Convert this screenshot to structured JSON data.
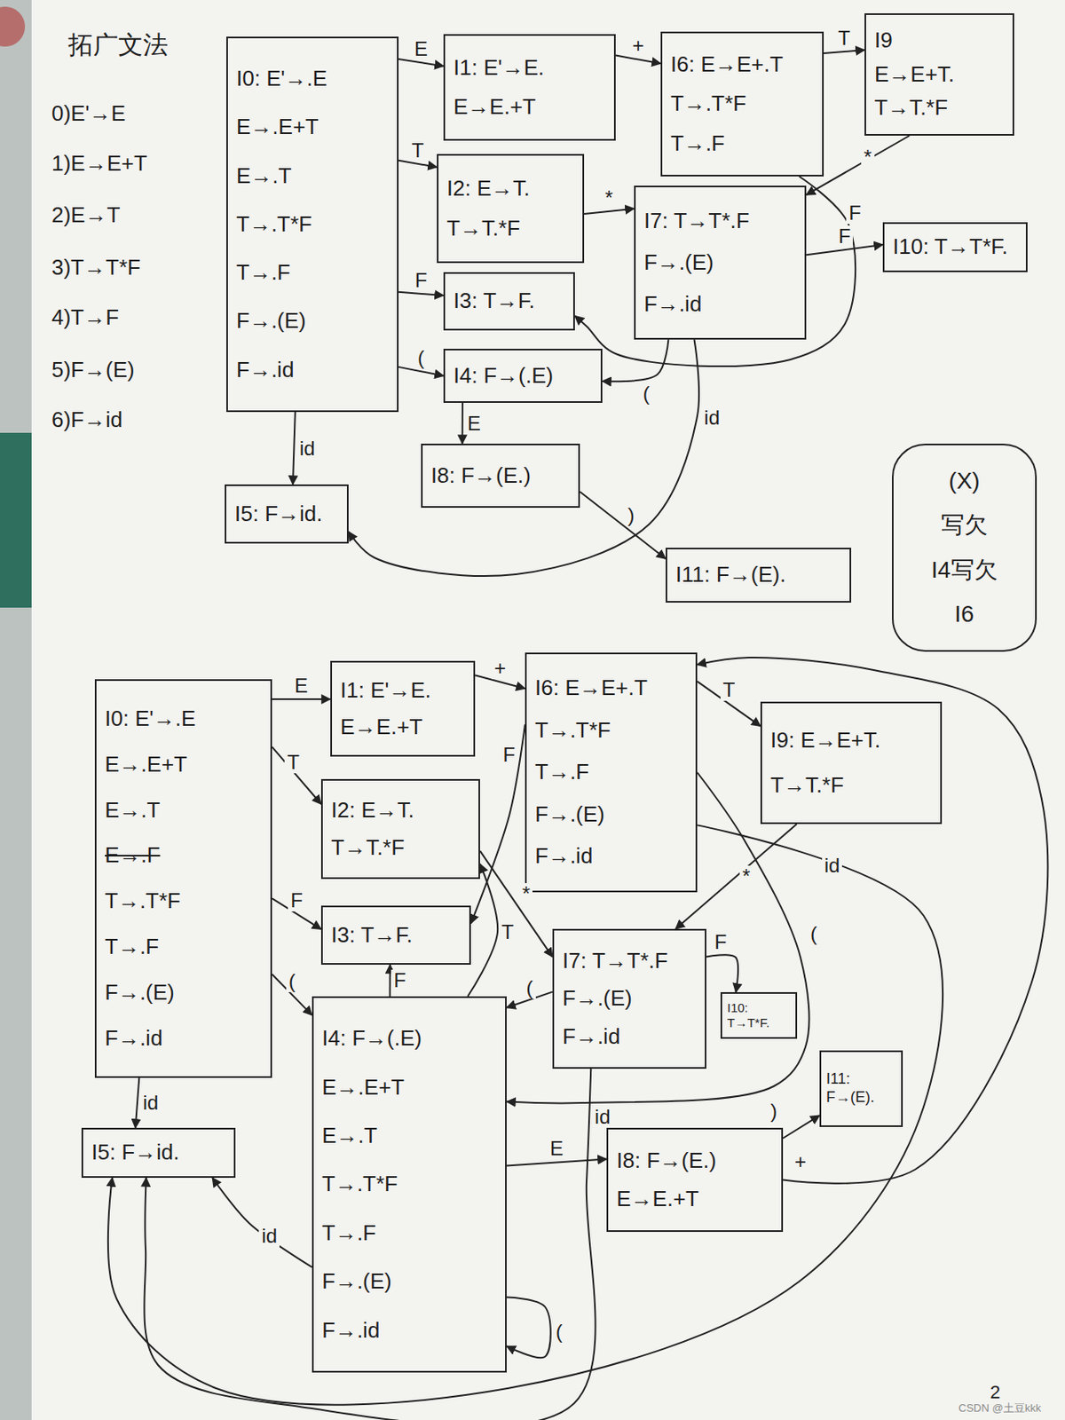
{
  "diagram": {
    "title": "拓广文法",
    "nodes": [
      {
        "text": [
          "I0: E'→.E",
          "E→.E+T",
          "E→.T",
          "T→.T*F",
          "T→.F",
          "F→.(E)",
          "F→.id"
        ]
      },
      {
        "text": [
          "I1: E'→E.",
          "E→E.+T"
        ]
      },
      {
        "text": [
          "I6: E→E+.T",
          "T→.T*F",
          "T→.F"
        ]
      },
      {
        "text": [
          "I9",
          "E→E+T.",
          "T→T.*F"
        ]
      },
      {
        "text": [
          "I2: E→T.",
          "T→T.*F"
        ]
      },
      {
        "text": [
          "I7: T→T*.F",
          "F→.(E)",
          "F→.id"
        ]
      },
      {
        "text": [
          "I10: T→T*F."
        ]
      },
      {
        "text": [
          "I3: T→F."
        ]
      },
      {
        "text": [
          "I4: F→(.E)"
        ]
      },
      {
        "text": [
          "I8: F→(E.)"
        ]
      },
      {
        "text": [
          "I5: F→id."
        ]
      },
      {
        "text": [
          "I11: F→(E)."
        ]
      },
      {
        "text": [
          "(X)",
          "写欠",
          "I4写欠",
          "I6"
        ]
      },
      {
        "text": [
          "I0: E'→.E",
          "E→.E+T",
          "E→.T",
          "E→.F",
          "T→.T*F",
          "T→.F",
          "F→.(E)",
          "F→.id"
        ]
      },
      {
        "text": [
          "I1: E'→E.",
          "E→E.+T"
        ]
      },
      {
        "text": [
          "I6: E→E+.T",
          "T→.T*F",
          "T→.F",
          "F→.(E)",
          "F→.id"
        ]
      },
      {
        "text": [
          "I9: E→E+T.",
          "T→T.*F"
        ]
      },
      {
        "text": [
          "I2: E→T.",
          "T→T.*F"
        ]
      },
      {
        "text": [
          "I3: T→F."
        ]
      },
      {
        "text": [
          "I7: T→T*.F",
          "F→.(E)",
          "F→.id"
        ]
      },
      {
        "text": [
          "I10: T→T*F."
        ]
      },
      {
        "text": [
          "I4: F→(.E)",
          "E→.E+T",
          "E→.T",
          "T→.T*F",
          "T→.F",
          "F→.(E)",
          "F→.id"
        ]
      },
      {
        "text": [
          "I5: F→id."
        ]
      },
      {
        "text": [
          "I8: F→(E.)",
          "E→E.+T"
        ]
      },
      {
        "text": [
          "I11: F→(E)."
        ]
      }
    ],
    "edges": [
      {
        "from": 0,
        "to": 1,
        "label": "E",
        "arrow": "to"
      },
      {
        "from": 1,
        "to": 2,
        "label": "+",
        "arrow": "to"
      },
      {
        "from": 2,
        "to": 3,
        "label": "T",
        "arrow": "to"
      },
      {
        "from": 0,
        "to": 4,
        "label": "T",
        "arrow": "to"
      },
      {
        "from": 4,
        "to": 5,
        "label": "*",
        "arrow": "to"
      },
      {
        "from": 3,
        "to": 5,
        "label": "*",
        "arrow": "to"
      },
      {
        "from": 2,
        "to": 7,
        "label": "F",
        "arrow": "to"
      },
      {
        "from": 5,
        "to": 6,
        "label": "F",
        "arrow": "to"
      },
      {
        "from": 0,
        "to": 7,
        "label": "F",
        "arrow": "to"
      },
      {
        "from": 0,
        "to": 8,
        "label": "(",
        "arrow": "to"
      },
      {
        "from": 5,
        "to": 8,
        "label": "(",
        "arrow": "to"
      },
      {
        "from": 8,
        "to": 9,
        "label": "E",
        "arrow": "to"
      },
      {
        "from": 9,
        "to": 11,
        "label": ")",
        "arrow": "to"
      },
      {
        "from": 0,
        "to": 10,
        "label": "id",
        "arrow": "to"
      },
      {
        "from": 5,
        "to": 10,
        "label": "id",
        "arrow": "to"
      },
      {
        "from": 13,
        "to": 14,
        "label": "E",
        "arrow": "to"
      },
      {
        "from": 14,
        "to": 15,
        "label": "+",
        "arrow": "to"
      },
      {
        "from": 15,
        "to": 16,
        "label": "T",
        "arrow": "to"
      },
      {
        "from": 13,
        "to": 17,
        "label": "T",
        "arrow": "to"
      },
      {
        "from": 13,
        "to": 18,
        "label": "F",
        "arrow": "to"
      },
      {
        "from": 13,
        "to": 21,
        "label": "(",
        "arrow": "to"
      },
      {
        "from": 13,
        "to": 22,
        "label": "id",
        "arrow": "to"
      },
      {
        "from": 15,
        "to": 18,
        "label": "F",
        "arrow": "to"
      },
      {
        "from": 17,
        "to": 19,
        "label": "*",
        "arrow": "to"
      },
      {
        "from": 16,
        "to": 19,
        "label": "*",
        "arrow": "to"
      },
      {
        "from": 19,
        "to": 20,
        "label": "F",
        "arrow": "to"
      },
      {
        "from": 19,
        "to": 21,
        "label": "(",
        "arrow": "to"
      },
      {
        "from": 19,
        "to": 22,
        "label": "id",
        "arrow": "to"
      },
      {
        "from": 21,
        "to": 18,
        "label": "F",
        "arrow": "to"
      },
      {
        "from": 21,
        "to": 17,
        "label": "T",
        "arrow": "to"
      },
      {
        "from": 21,
        "to": 21,
        "label": "(",
        "arrow": "to"
      },
      {
        "from": 21,
        "to": 23,
        "label": "E",
        "arrow": "to"
      },
      {
        "from": 21,
        "to": 22,
        "label": "id",
        "arrow": "to"
      },
      {
        "from": 23,
        "to": 24,
        "label": ")",
        "arrow": "to"
      },
      {
        "from": 23,
        "to": 15,
        "label": "+",
        "arrow": "to"
      },
      {
        "from": 15,
        "to": 21,
        "label": "(",
        "arrow": "to"
      },
      {
        "from": 15,
        "to": 22,
        "label": "id",
        "arrow": "to"
      }
    ],
    "labels": [
      "0)E'→E",
      "1)E→E+T",
      "2)E→T",
      "3)T→T*F",
      "4)T→F",
      "5)F→(E)",
      "6)F→id",
      "2",
      "CSDN @土豆kkk"
    ]
  }
}
